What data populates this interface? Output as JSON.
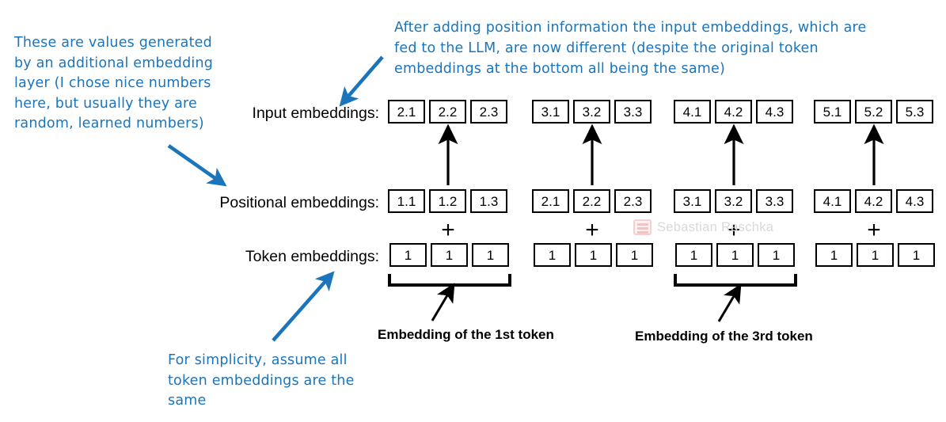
{
  "annotations": {
    "left": "These are values generated by an additional embedding layer (I chose nice numbers here, but usually they are random, learned numbers)",
    "top": "After adding position information the input embeddings, which are fed to the LLM, are now different (despite the original token embeddings at the bottom all being the same)",
    "bottom": "For simplicity, assume all token embeddings are the same"
  },
  "row_labels": {
    "input": "Input embeddings:",
    "positional": "Positional embeddings:",
    "token": "Token embeddings:"
  },
  "rows": {
    "input": [
      [
        "2.1",
        "2.2",
        "2.3"
      ],
      [
        "3.1",
        "3.2",
        "3.3"
      ],
      [
        "4.1",
        "4.2",
        "4.3"
      ],
      [
        "5.1",
        "5.2",
        "5.3"
      ]
    ],
    "positional": [
      [
        "1.1",
        "1.2",
        "1.3"
      ],
      [
        "2.1",
        "2.2",
        "2.3"
      ],
      [
        "3.1",
        "3.2",
        "3.3"
      ],
      [
        "4.1",
        "4.2",
        "4.3"
      ]
    ],
    "token": [
      [
        "1",
        "1",
        "1"
      ],
      [
        "1",
        "1",
        "1"
      ],
      [
        "1",
        "1",
        "1"
      ],
      [
        "1",
        "1",
        "1"
      ]
    ]
  },
  "operators": {
    "plus": "+"
  },
  "captions": {
    "first_token": "Embedding of the 1st token",
    "third_token": "Embedding of the 3rd token"
  },
  "watermark": {
    "text": "Sebastian Raschka"
  },
  "colors": {
    "annotation_blue": "#1a75bc",
    "box_border": "#000000",
    "text_black": "#000000",
    "watermark_gray": "#d9d9d9"
  }
}
